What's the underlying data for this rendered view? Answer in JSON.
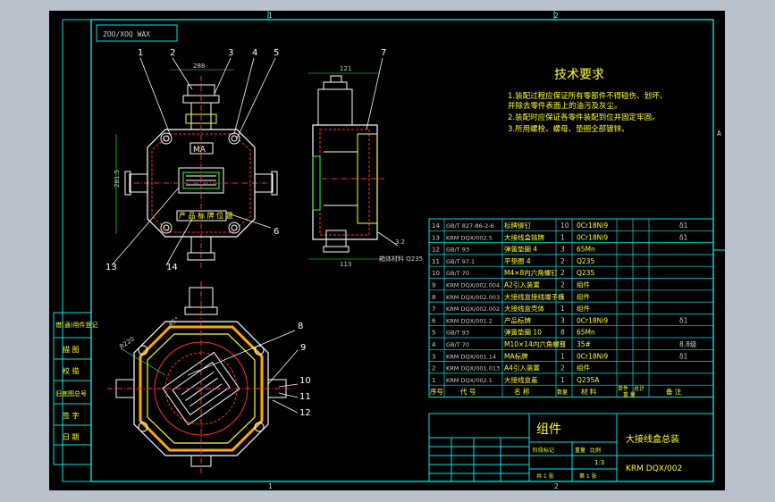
{
  "title_box": "ZOO/XOQ WAX",
  "tech": {
    "heading": "技术要求",
    "lines": [
      "1.装配过程应保证所有零部件不得碰伤、划坏、",
      "  并除去零件表面上的油污及灰尘。",
      "2.装配时应保证各零件装配到位并固定牢固。",
      "3.所用螺栓、螺母、垫圈全部镀锌。"
    ]
  },
  "bom": [
    {
      "no": "14",
      "code": "GB/T 827-86-2-6",
      "name": "标牌铆钉",
      "qty": "10",
      "mat": "0Cr18Ni9",
      "note": "δ1"
    },
    {
      "no": "13",
      "code": "KRM DQX/002.5",
      "name": "大接线盒铭牌",
      "qty": "1",
      "mat": "0Cr18Ni9",
      "note": "δ1"
    },
    {
      "no": "12",
      "code": "GB/T 93",
      "name": "弹簧垫圈 4",
      "qty": "3",
      "mat": "65Mn",
      "note": ""
    },
    {
      "no": "11",
      "code": "GB/T 97.1",
      "name": "平垫圈 4",
      "qty": "2",
      "mat": "Q235",
      "note": ""
    },
    {
      "no": "10",
      "code": "GB/T 70",
      "name": "M4×8内六角螺钉",
      "qty": "2",
      "mat": "Q235",
      "note": ""
    },
    {
      "no": "9",
      "code": "KRM DQX/002.004",
      "name": "A2引入装置",
      "qty": "2",
      "mat": "组件",
      "note": ""
    },
    {
      "no": "8",
      "code": "KRM DQX/002.003",
      "name": "大接线盒接线端子板",
      "qty": "1",
      "mat": "组件",
      "note": ""
    },
    {
      "no": "7",
      "code": "KRM DQX/002.002",
      "name": "大接线盒壳体",
      "qty": "1",
      "mat": "组件",
      "note": ""
    },
    {
      "no": "6",
      "code": "KRM DQX/001.2",
      "name": "产品标牌",
      "qty": "3",
      "mat": "0Cr18Ni9",
      "note": "δ1"
    },
    {
      "no": "5",
      "code": "GB/T 93",
      "name": "弹簧垫圈 10",
      "qty": "8",
      "mat": "65Mn",
      "note": ""
    },
    {
      "no": "4",
      "code": "GB/T 70",
      "name": "M10×14内六角螺钉",
      "qty": "8",
      "mat": "35#",
      "note": "8.8级"
    },
    {
      "no": "3",
      "code": "KRM DQX/001.14",
      "name": "MA标牌",
      "qty": "1",
      "mat": "0Cr18Ni9",
      "note": "δ1"
    },
    {
      "no": "2",
      "code": "KRM DQX/001.013",
      "name": "A4引入装置",
      "qty": "2",
      "mat": "组件",
      "note": ""
    },
    {
      "no": "1",
      "code": "KRM DQX/002.1",
      "name": "大接线盒盖",
      "qty": "1",
      "mat": "Q235A",
      "note": ""
    }
  ],
  "bom_header": {
    "no": "序号",
    "code": "代 号",
    "name": "名 称",
    "qty": "数量",
    "mat": "材 料",
    "unit": "单件",
    "total": "总计",
    "weight": "重 量",
    "note": "备 注"
  },
  "title_block": {
    "component": "组件",
    "name": "大接线盒总装",
    "drawing_no": "KRM DQX/002",
    "stage": "阶段标记",
    "weight": "重量",
    "scale": "比例",
    "scale_val": "1:3",
    "sheets": "共 1 张",
    "sheet": "第 1 张"
  },
  "left_col": [
    "借(通)用件登记",
    "描 图",
    "校 描",
    "旧底图总号",
    "签 字",
    "日 期"
  ],
  "dims": {
    "top_width": "288",
    "height": "281.5",
    "side_top": "121",
    "side_bottom": "113",
    "angle": "45°",
    "r": "R220"
  },
  "frame": {
    "top": [
      "1",
      "2"
    ],
    "right": [
      "A"
    ]
  },
  "callouts": [
    "1",
    "2",
    "3",
    "4",
    "5",
    "6",
    "7",
    "8",
    "9",
    "10",
    "11",
    "12",
    "13",
    "14"
  ],
  "small_label": "产 品 标 牌 位 置",
  "ra": "3.2",
  "side_note": "箱体材料 Q235",
  "colors": {
    "bg": "#b9c1cc",
    "sheet": "#000000",
    "line": "#00e5e5",
    "draw": "#ffffff",
    "yellow": "#ffff33",
    "orange": "#ffaa00",
    "red": "#ff3030",
    "green": "#33ff33"
  }
}
